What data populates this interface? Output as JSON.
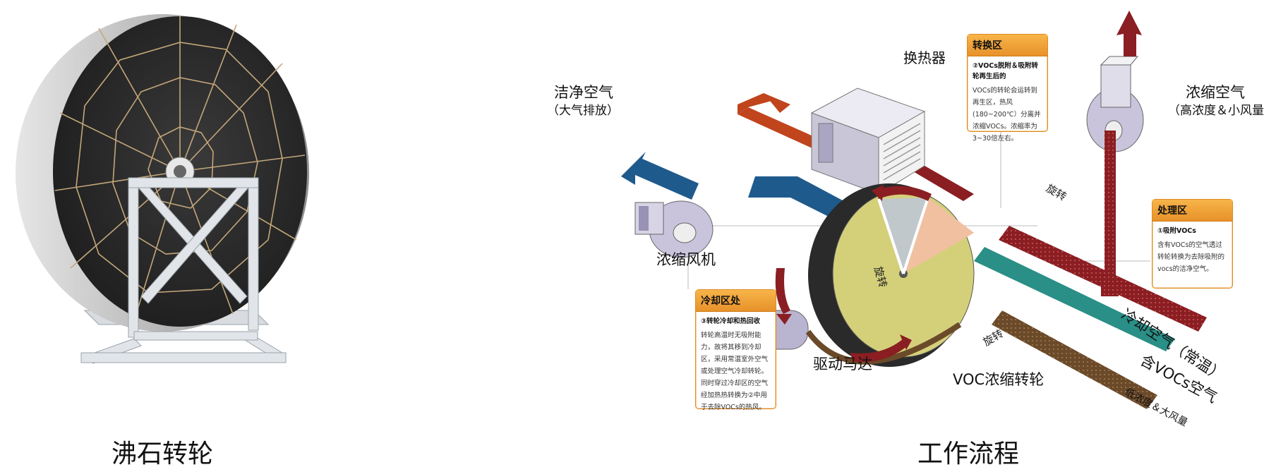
{
  "captions": {
    "left": "沸石转轮",
    "right": "工作流程"
  },
  "labels": {
    "clean_air": "洁净空气",
    "clean_air_sub": "（大气排放）",
    "heat_exchanger": "换热器",
    "concentrated_air": "浓缩空气",
    "concentrated_air_sub": "（高浓度＆小风量",
    "concentration_fan": "浓缩风机",
    "drive_motor": "驱动马达",
    "voc_rotor": "VOC浓缩转轮",
    "cooling_air": "冷却空气（常温）",
    "voc_air": "含VOCs空气",
    "low_conc": "低浓度＆大风量",
    "rotate": "旋转"
  },
  "boxes": {
    "conversion": {
      "title": "转换区",
      "subtitle": "②VOCs脱附＆吸附转轮再生后的",
      "body": "VOCs的转轮会运转到再生区，热风(180~200℃）分离并浓缩VOCs。浓缩率为3~30倍左右。"
    },
    "treatment": {
      "title": "处理区",
      "subtitle": "①吸附VOCs",
      "body": "含有VOCs的空气透过转轮转换为去除吸附的vocs的洁净空气。"
    },
    "cooling": {
      "title": "冷却区处",
      "subtitle": "③转轮冷却和热回收",
      "body": "转轮高温时无吸附能力，故将其移到冷却区，采用常温室外空气或处理空气冷却转轮。同时穿过冷却区的空气经加热热转换为②中用于去除VOCs的热风。"
    }
  },
  "colors": {
    "accent_orange": "#e8912a",
    "duct_red": "#c0441c",
    "duct_maroon": "#8a1e22",
    "duct_blue": "#1f5a8c",
    "duct_teal": "#2a8f86",
    "duct_brown": "#6b4a2a",
    "rotor_face": "#d4d07a"
  },
  "icons": [
    "zeolite-rotor-image",
    "heat-exchanger-icon",
    "fan-icon",
    "motor-icon",
    "rotation-arrow-icon"
  ]
}
